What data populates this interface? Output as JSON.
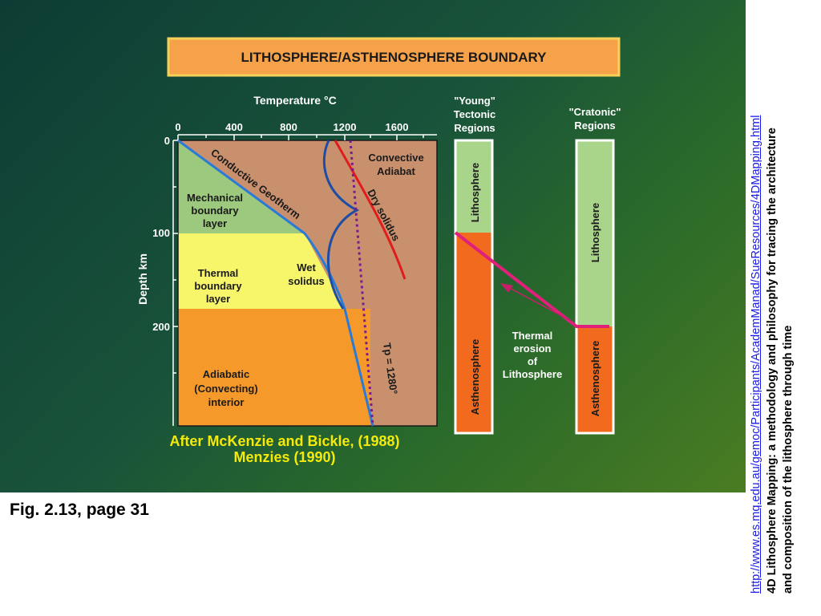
{
  "figure": {
    "banner": "LITHOSPHERE/ASTHENOSPHERE BOUNDARY",
    "temperature_axis_title": "Temperature °C",
    "temperature_ticks": [
      "0",
      "400",
      "800",
      "1200",
      "1600"
    ],
    "depth_axis_title": "Depth km",
    "depth_ticks": [
      "0",
      "100",
      "200"
    ],
    "zones": {
      "mechanical": [
        "Mechanical",
        "boundary",
        "layer"
      ],
      "thermal": [
        "Thermal",
        "boundary",
        "layer"
      ],
      "adiabatic": [
        "Adiabatic",
        "(Convecting)",
        "interior"
      ]
    },
    "curve_labels": {
      "conductive_geotherm": "Conductive Geotherm",
      "dry_solidus": "Dry solidus",
      "wet_solidus": [
        "Wet",
        "solidus"
      ],
      "convective_adiabat": [
        "Convective",
        "Adiabat"
      ],
      "tp": "Tp = 1280°"
    },
    "source_lines": [
      "After McKenzie and Bickle, (1988)",
      "Menzies (1990)"
    ],
    "young_column": {
      "header": [
        "\"Young\"",
        "Tectonic",
        "Regions"
      ],
      "top_label": "Lithosphere",
      "bottom_label": "Asthenosphere"
    },
    "cratonic_column": {
      "header": [
        "\"Cratonic\"",
        "Regions"
      ],
      "top_label": "Lithosphere",
      "bottom_label": "Asthenosphere"
    },
    "erosion_label": [
      "Thermal",
      "erosion",
      "of",
      "Lithosphere"
    ],
    "colors": {
      "banner": "#f5a24a",
      "background_top": "#0d3c34",
      "background_bottom": "#4a7c22",
      "mechanical": "#9cc97e",
      "thermal": "#f7f56a",
      "adiabatic": "#f59a2a",
      "mantle": "#c9906e",
      "lithosphere": "#a8d58a",
      "asthenosphere": "#f26a1e",
      "geotherm": "#2a7ad8",
      "dry_solidus": "#e01c1c",
      "boundary": "#e0207a",
      "title_text": "#f5e90a"
    }
  },
  "caption": "Fig. 2.13, page 31",
  "side_note": {
    "url": "http://www.es.mq.edu.au/gemoc/Participants/AcademManad/SueResources/4DMapping.html",
    "line1": "4D Lithosphere Mapping: a methodology and philosophy for tracing the architecture",
    "line2": "and composition of the lithosphere through time"
  }
}
